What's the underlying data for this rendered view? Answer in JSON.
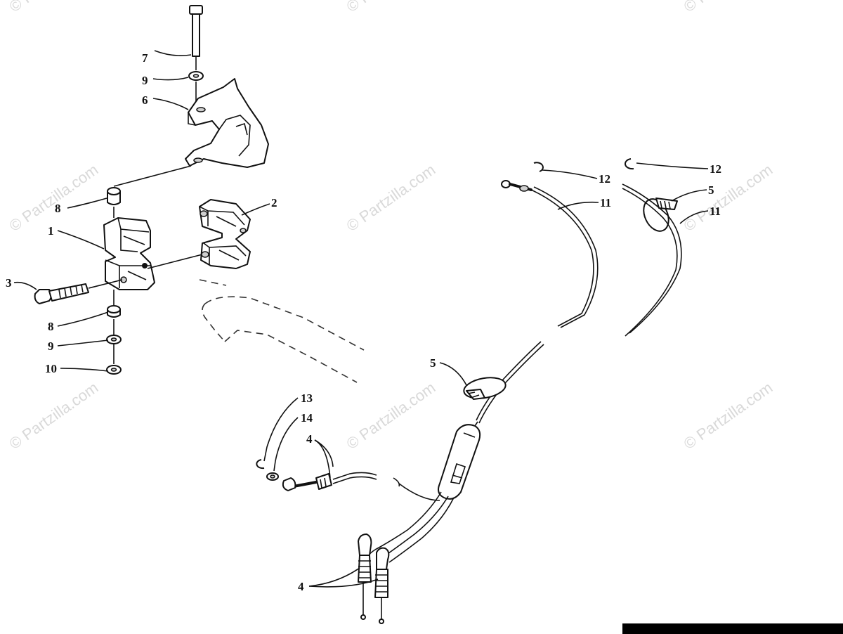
{
  "watermark": {
    "text": "© Partzilla.com"
  },
  "callouts": [
    {
      "label": "7"
    },
    {
      "label": "9"
    },
    {
      "label": "6"
    },
    {
      "label": "8"
    },
    {
      "label": "2"
    },
    {
      "label": "1"
    },
    {
      "label": "3"
    },
    {
      "label": "8"
    },
    {
      "label": "9"
    },
    {
      "label": "10"
    },
    {
      "label": "12"
    },
    {
      "label": "11"
    },
    {
      "label": "12"
    },
    {
      "label": "5"
    },
    {
      "label": "11"
    },
    {
      "label": "5"
    },
    {
      "label": "13"
    },
    {
      "label": "14"
    },
    {
      "label": "4"
    },
    {
      "label": "4"
    }
  ]
}
